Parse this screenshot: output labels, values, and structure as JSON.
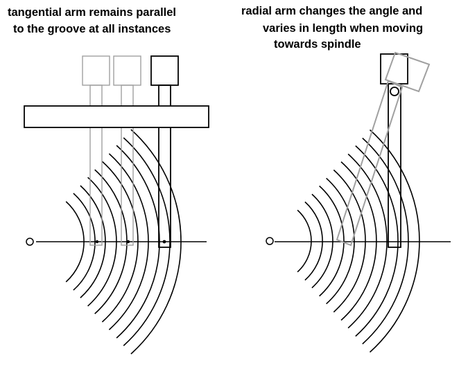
{
  "left_panel": {
    "caption_line1": "tangential arm remains parallel",
    "caption_line2": "to the groove at all instances"
  },
  "right_panel": {
    "caption_line1": "radial arm changes the angle and",
    "caption_line2": "varies in length when moving",
    "caption_line3": "towards spindle"
  },
  "colors": {
    "line": "#000000",
    "ghost": "#a0a0a0",
    "background": "#ffffff"
  }
}
